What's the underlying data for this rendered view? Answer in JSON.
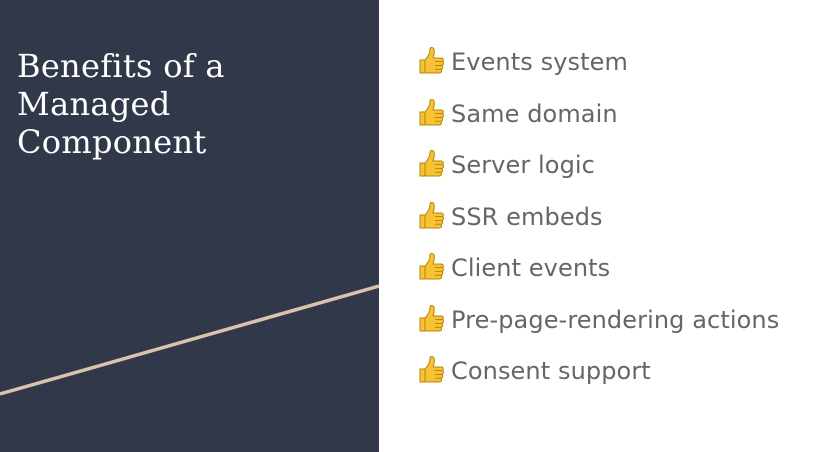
{
  "slide": {
    "title_lines": [
      "Benefits of a",
      "Managed",
      "Component"
    ],
    "benefits": [
      {
        "icon": "thumbs-up-icon",
        "label": "Events system"
      },
      {
        "icon": "thumbs-up-icon",
        "label": "Same domain"
      },
      {
        "icon": "thumbs-up-icon",
        "label": "Server logic"
      },
      {
        "icon": "thumbs-up-icon",
        "label": "SSR embeds"
      },
      {
        "icon": "thumbs-up-icon",
        "label": "Client events"
      },
      {
        "icon": "thumbs-up-icon",
        "label": "Pre-page-rendering actions"
      },
      {
        "icon": "thumbs-up-icon",
        "label": "Consent support"
      }
    ]
  },
  "colors": {
    "left_panel_bg": "#303849",
    "accent_line": "#d9c3ab",
    "title_text": "#ffffff",
    "benefit_text": "#666666",
    "thumb_yellow": "#f7c234",
    "thumb_outline": "#b8860b"
  }
}
